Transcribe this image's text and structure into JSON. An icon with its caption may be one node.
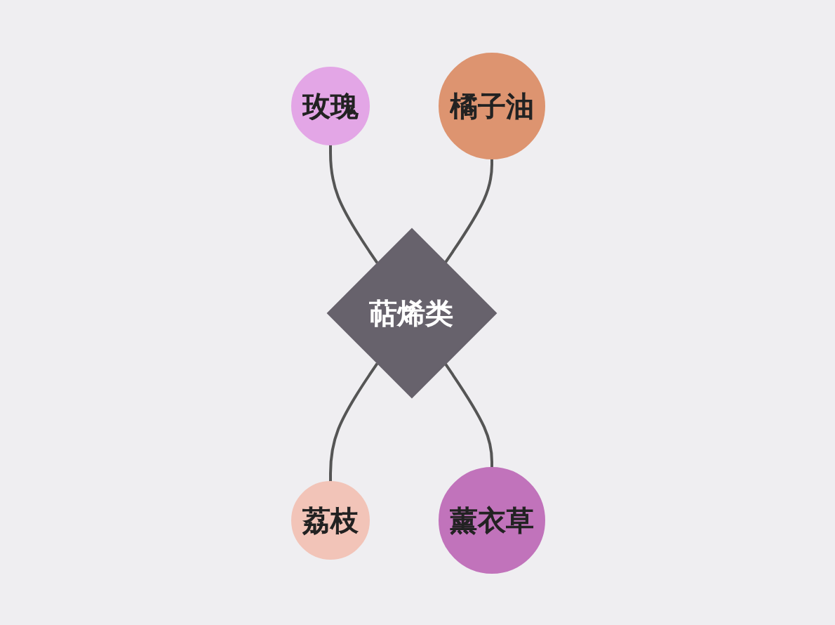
{
  "diagram": {
    "nodes": [
      {
        "text": [
          "玫瑰"
        ]
      },
      {
        "text": [
          "橘子油"
        ]
      },
      {
        "text": [
          "萜烯类"
        ]
      },
      {
        "text": [
          "荔枝"
        ]
      },
      {
        "text": [
          "薰衣草"
        ]
      }
    ],
    "edges": [
      {
        "from": 0,
        "to": 2,
        "arrow": "none"
      },
      {
        "from": 1,
        "to": 2,
        "arrow": "none"
      },
      {
        "from": 2,
        "to": 3,
        "arrow": "none"
      },
      {
        "from": 2,
        "to": 4,
        "arrow": "none"
      }
    ]
  }
}
